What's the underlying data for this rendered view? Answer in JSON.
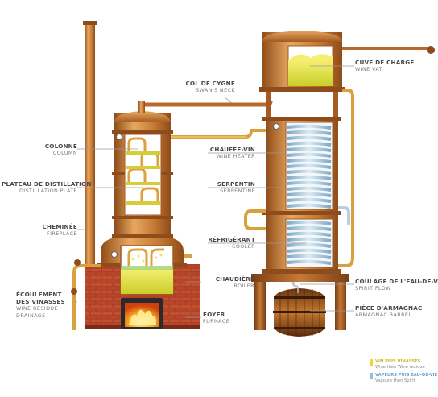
{
  "colors": {
    "copper": "#c67a33",
    "copper_dark": "#8e4c1a",
    "copper_light": "#e8a860",
    "brick": "#b0442a",
    "wine_liquid": "#f2e040",
    "vapour": "#a9c8dd",
    "fire": "#ffb020",
    "legend_wine": "#e8d830",
    "legend_vapour": "#8fc0e0"
  },
  "labels": {
    "col_de_cygne": {
      "fr": "COL DE CYGNE",
      "en": "SWAN'S NECK"
    },
    "cuve_de_charge": {
      "fr": "CUVE DE CHARGE",
      "en": "WINE VAT"
    },
    "colonne": {
      "fr": "COLONNE",
      "en": "COLUMN"
    },
    "chauffe_vin": {
      "fr": "CHAUFFE-VIN",
      "en": "WINE HEATER"
    },
    "plateau": {
      "fr": "PLATEAU DE DISTILLATION",
      "en": "DISTILLATION PLATE"
    },
    "serpentin": {
      "fr": "SERPENTIN",
      "en": "SERPENTINE"
    },
    "cheminee": {
      "fr": "CHEMINÉE",
      "en": "FIREPLACE"
    },
    "refrigerant": {
      "fr": "RÉFRIGÉRANT",
      "en": "COOLER"
    },
    "ecoulement": {
      "fr1": "ÉCOULEMENT",
      "fr2": "DES VINASSES",
      "en1": "WINE RESIDUE",
      "en2": "DRAINAGE"
    },
    "chaudiere": {
      "fr": "CHAUDIÈRE",
      "en": "BOILER"
    },
    "coulage": {
      "fr": "COULAGE DE L'EAU-DE-VIE",
      "en": "SPIRIT FLOW"
    },
    "foyer": {
      "fr": "FOYER",
      "en": "FURNACE"
    },
    "piece": {
      "fr": "PIÈCE D'ARMAGNAC",
      "en": "ARMAGNAC BARREL"
    }
  },
  "legend": [
    {
      "title": "VIN PUIS VINASSES",
      "sub": "Wine then Wine residue",
      "color_key": "legend_wine"
    },
    {
      "title": "VAPEURS PUIS EAU-DE-VIE",
      "sub": "Vapours then Spirit",
      "color_key": "legend_vapour"
    }
  ]
}
